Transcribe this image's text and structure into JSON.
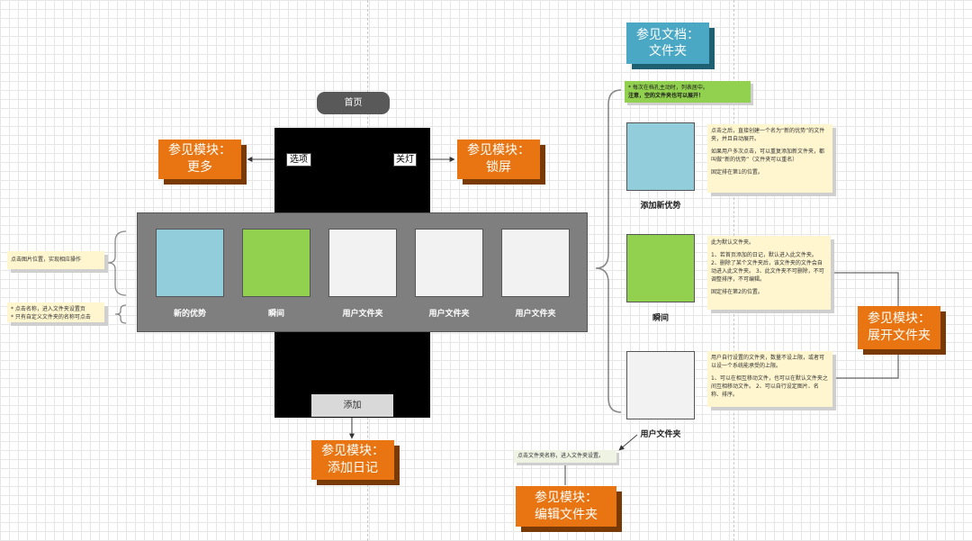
{
  "home_button": "首页",
  "option_button": "选项",
  "light_button": "关灯",
  "add_button": "添加",
  "modules": {
    "more": [
      "参见模块：",
      "更多"
    ],
    "lock": [
      "参见模块：",
      "锁屏"
    ],
    "add_diary": [
      "参见模块：",
      "添加日记"
    ],
    "edit_folder": [
      "参见模块：",
      "编辑文件夹"
    ],
    "expand_folder": [
      "参见模块：",
      "展开文件夹"
    ]
  },
  "doc_folder": [
    "参见文档：",
    "文件夹"
  ],
  "tiles": [
    {
      "label": "新的优势",
      "color": "#92cddc"
    },
    {
      "label": "瞬间",
      "color": "#92d050"
    },
    {
      "label": "用户文件夹",
      "color": "#f2f2f2"
    },
    {
      "label": "用户文件夹",
      "color": "#f2f2f2"
    },
    {
      "label": "用户文件夹",
      "color": "#f2f2f2"
    }
  ],
  "left_notes": {
    "tap_image": "点击图片位置，实现相应操作",
    "tap_name_1": "* 点击名称，进入文件夹设置页",
    "tap_name_2": "* 只有自定义文件夹的名称可点击"
  },
  "green_note": {
    "line1": "* 每次在档孔主动时，列表居中。",
    "line2": "注意，空的文件夹也可以展开！"
  },
  "right_items": [
    {
      "label": "添加新优势",
      "color": "#92cddc",
      "note": [
        "点击之后，直接创建一个名为“新的优势”的文件夹，并且自动展开。",
        "如果用户多次点击，可以重复添加新文件夹，都叫做“新的优势”（文件夹可以重名）",
        "固定排在第1的位置。"
      ]
    },
    {
      "label": "瞬间",
      "color": "#92d050",
      "note": [
        "此为默认文件夹。",
        "1、若首页添加的日记，默认进入此文件夹。 2、删除了某个文件夹后，该文件夹的文件会自动进入此文件夹。 3、此文件夹不可删除，不可调整排序，不可编辑。",
        "固定排在第2的位置。"
      ]
    },
    {
      "label": "用户文件夹",
      "color": "#f2f2f2",
      "note": [
        "用户自行设置的文件夹，数量不设上限，或者可以设一个系统能承受的上限。",
        "1、可以在相互移动文件，也可以在默认文件夹之间互相移动文件。 2、可以自行设定图片、名称、排序。"
      ]
    }
  ],
  "folder_name_note": "点击文件夹名称，进入文件夹设置。"
}
